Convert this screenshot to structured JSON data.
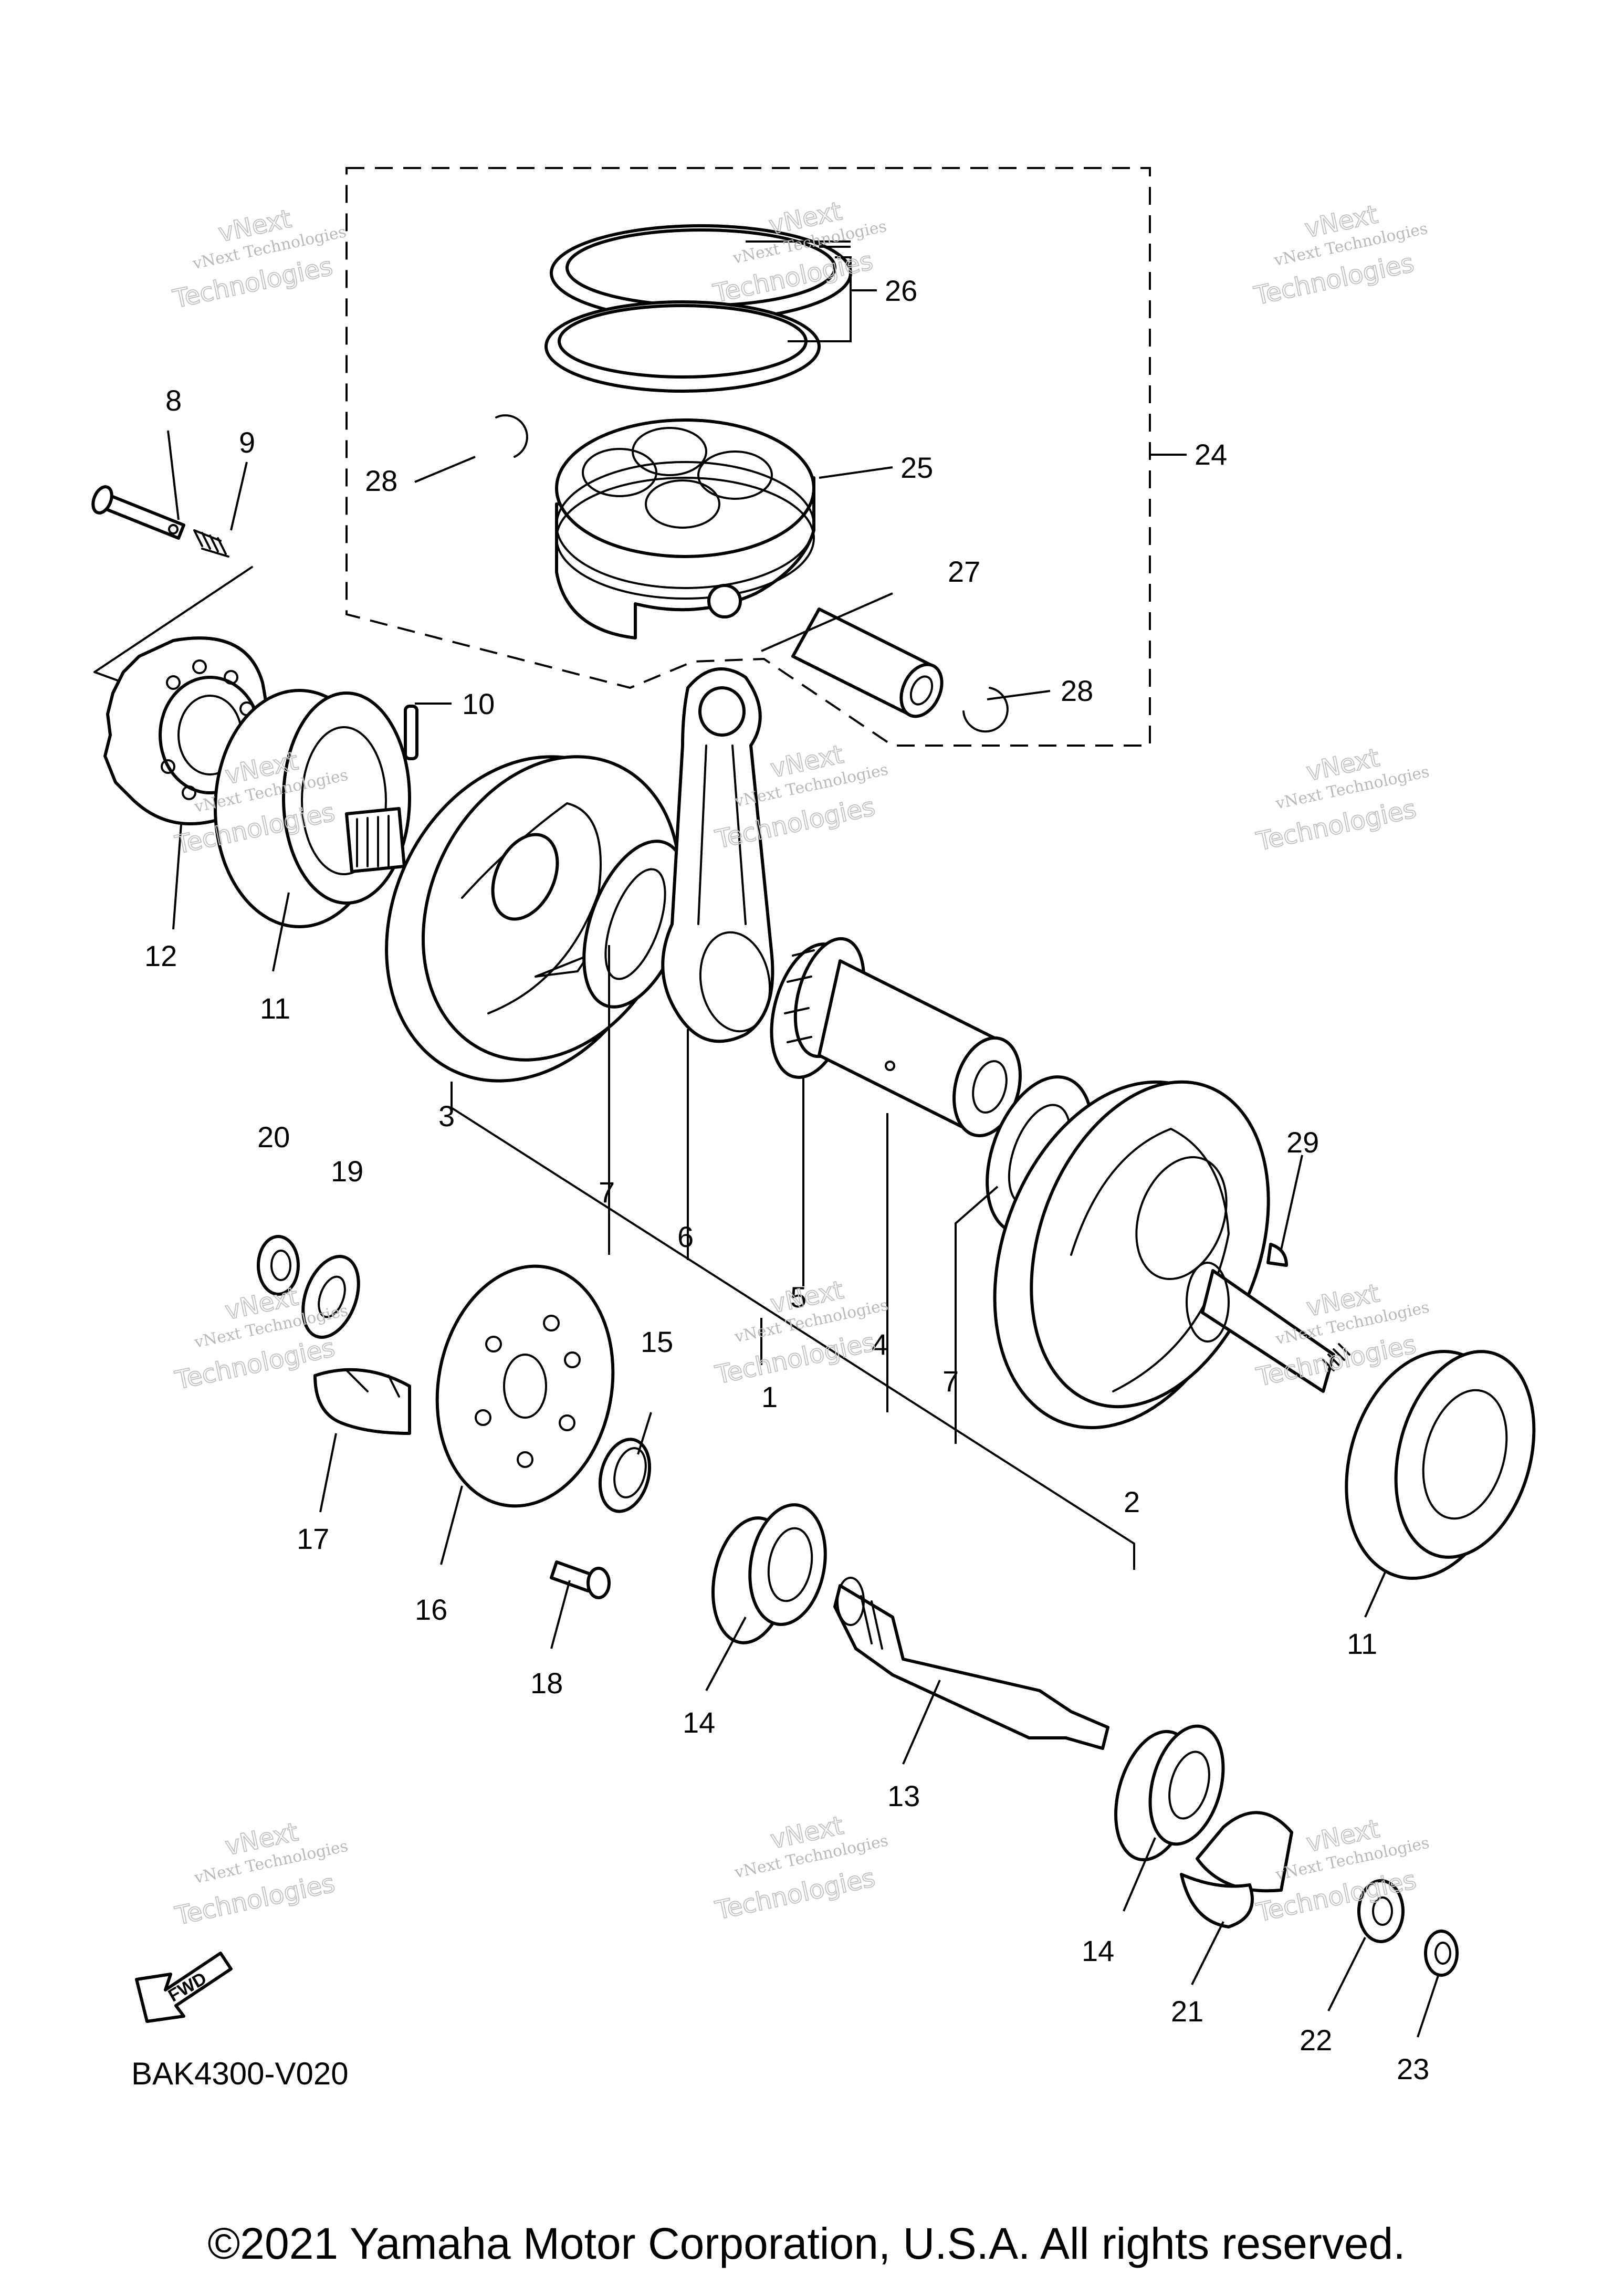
{
  "diagram": {
    "code": "BAK4300-V020",
    "copyright": "©2021 Yamaha Motor Corporation, U.S.A. All rights reserved.",
    "fwd_label": "FWD",
    "watermark": {
      "line1": "vNext",
      "line2": "vNext Technologies",
      "line3": "Technologies"
    },
    "callouts": [
      "1",
      "2",
      "3",
      "4",
      "5",
      "6",
      "7",
      "7",
      "8",
      "9",
      "10",
      "11",
      "11",
      "12",
      "13",
      "14",
      "14",
      "15",
      "16",
      "17",
      "18",
      "19",
      "20",
      "21",
      "22",
      "23",
      "24",
      "25",
      "26",
      "27",
      "28",
      "28",
      "29"
    ],
    "colors": {
      "ink": "#000000",
      "paper": "#ffffff",
      "watermark": "#b9b9b9"
    }
  }
}
